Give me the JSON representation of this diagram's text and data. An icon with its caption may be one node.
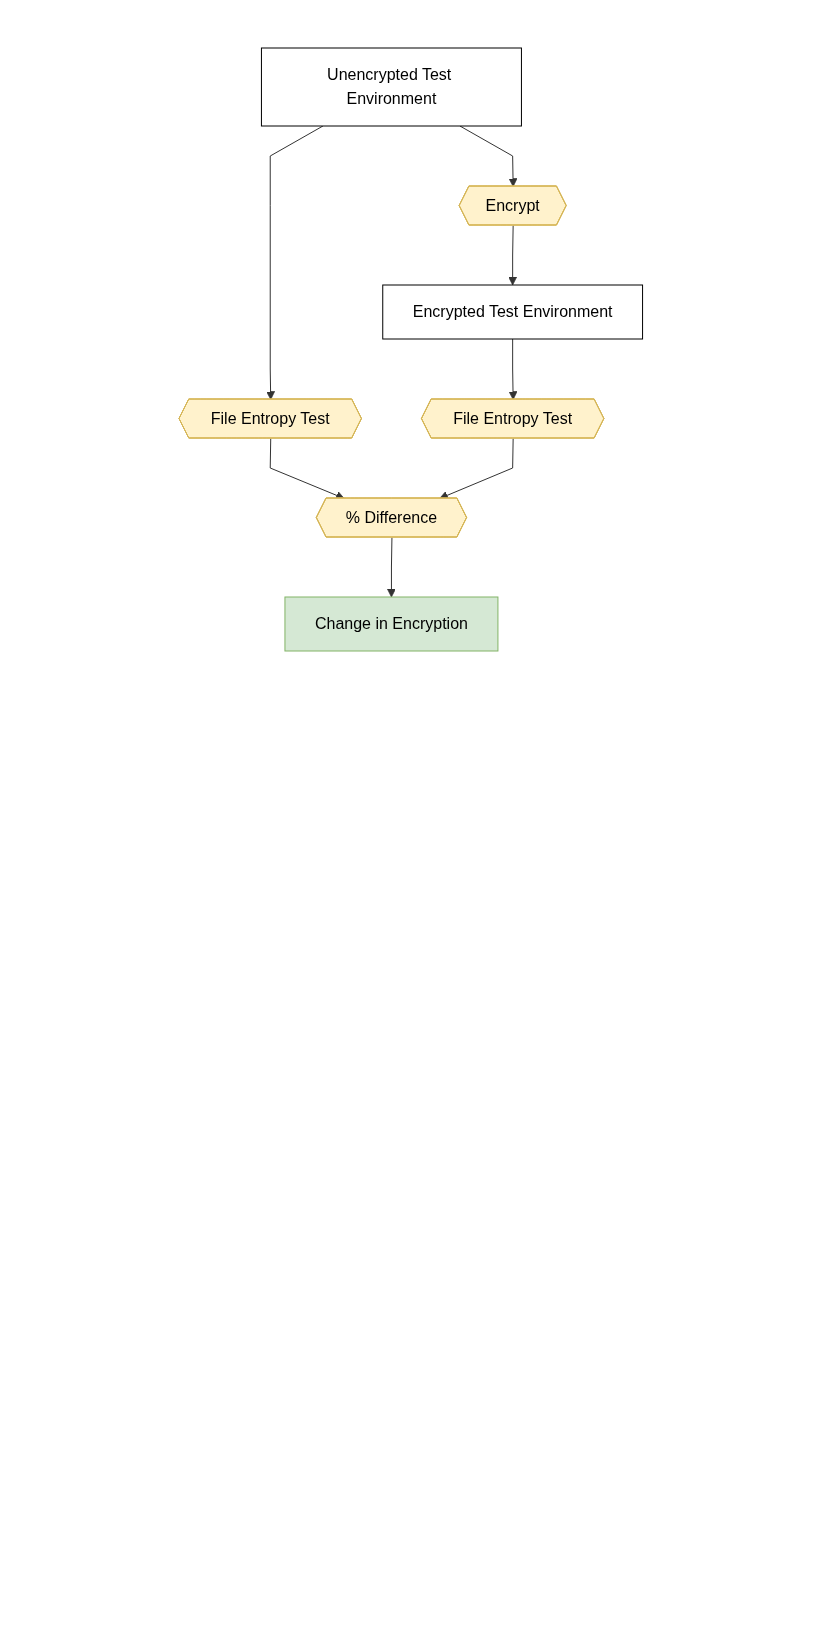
{
  "diagram": {
    "nodes": [
      {
        "text": [
          "Unencrypted Test Environment"
        ]
      },
      {
        "text": [
          "Encrypt"
        ]
      },
      {
        "text": [
          "Encrypted Test Environment"
        ]
      },
      {
        "text": [
          "File Entropy Test"
        ]
      },
      {
        "text": [
          "File Entropy Test"
        ]
      },
      {
        "text": [
          "% Difference"
        ]
      },
      {
        "text": [
          "Change in Encryption"
        ]
      }
    ],
    "edges": [
      {
        "from": 0,
        "to": 3,
        "arrow": "to"
      },
      {
        "from": 0,
        "to": 1,
        "arrow": "to"
      },
      {
        "from": 1,
        "to": 2,
        "arrow": "to"
      },
      {
        "from": 2,
        "to": 4,
        "arrow": "to"
      },
      {
        "from": 3,
        "to": 5,
        "arrow": "to"
      },
      {
        "from": 4,
        "to": 5,
        "arrow": "to"
      },
      {
        "from": 5,
        "to": 6,
        "arrow": "to"
      }
    ]
  }
}
